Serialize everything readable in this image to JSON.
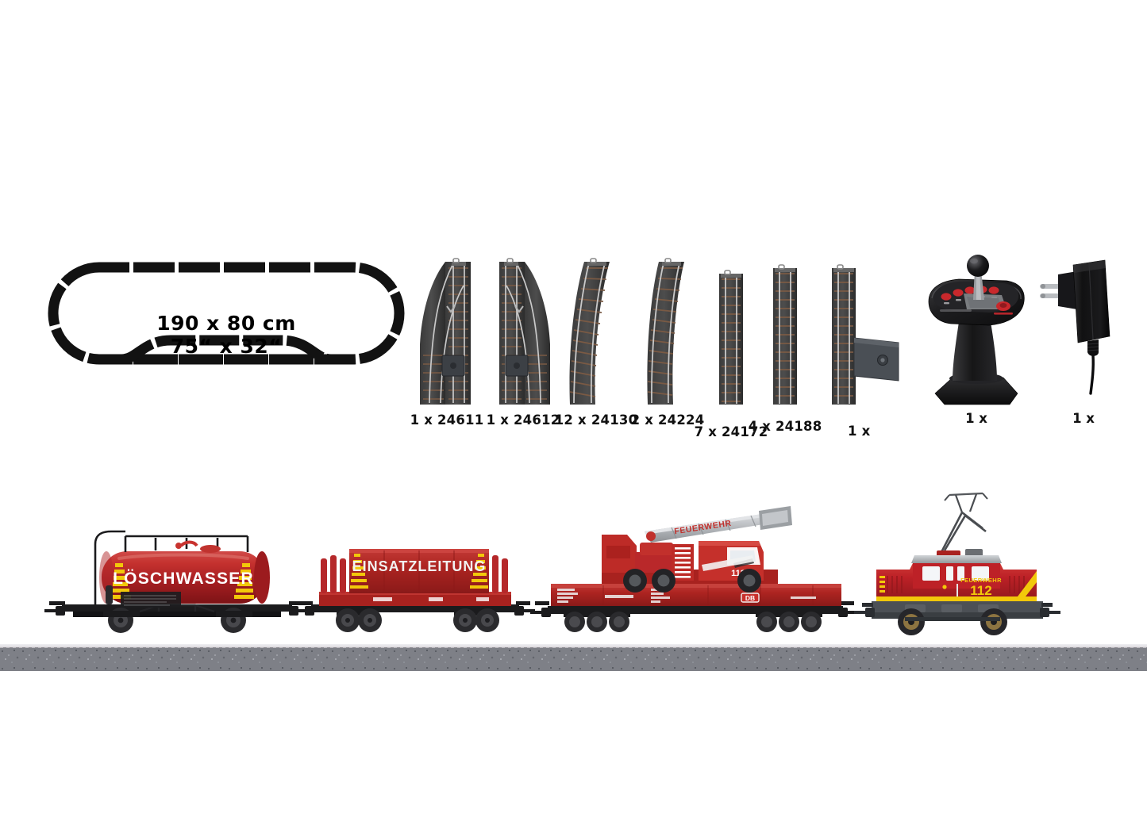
{
  "track_plan": {
    "dimensions_metric": "190 x 80 cm",
    "dimensions_imperial": "75“ x 32“"
  },
  "parts": [
    {
      "name": "turnout-left",
      "label": "1 x 24611",
      "icon": "turnout-left-icon"
    },
    {
      "name": "turnout-right",
      "label": "1 x 24612",
      "icon": "turnout-right-icon"
    },
    {
      "name": "curved-track-r1",
      "label": "12 x 24130",
      "icon": "curved-track-icon"
    },
    {
      "name": "curved-track-r2",
      "label": "2 x 24224",
      "icon": "curved-track-icon"
    },
    {
      "name": "straight-track-long",
      "label": "7 x 24172",
      "icon": "straight-track-icon"
    },
    {
      "name": "straight-track-short",
      "label": "4 x 24188",
      "icon": "straight-track-icon"
    },
    {
      "name": "feeder-track",
      "label": "1 x",
      "icon": "feeder-track-icon"
    }
  ],
  "controller": {
    "name": "hand-controller",
    "label": "1 x"
  },
  "power_supply": {
    "name": "power-adapter",
    "label": "1 x"
  },
  "rolling_stock": [
    {
      "name": "tank-car",
      "lettering": "LÖSCHWASSER",
      "body_color": "#b8232a",
      "chassis_color": "#1d1d1f",
      "chevron_color": "#f2c80a"
    },
    {
      "name": "stake-car-command-post",
      "lettering": "EINSATZLEITUNG",
      "body_color": "#b8232a",
      "chassis_color": "#1d1d1f",
      "chevron_color": "#f2c80a"
    },
    {
      "name": "flat-car-with-fire-truck",
      "truck_ladder_lettering": "FEUERWEHR",
      "truck_number": "112",
      "railway_logo": "DB",
      "body_color": "#b8232a",
      "ladder_color": "#bfc2c6"
    },
    {
      "name": "electric-switcher-locomotive",
      "lettering": "FEUERWEHR",
      "road_number": "112",
      "body_color": "#bd2127",
      "stripe_color": "#f2c80a",
      "roof_color": "#b9bcc0",
      "chassis_color": "#4c5055"
    }
  ]
}
